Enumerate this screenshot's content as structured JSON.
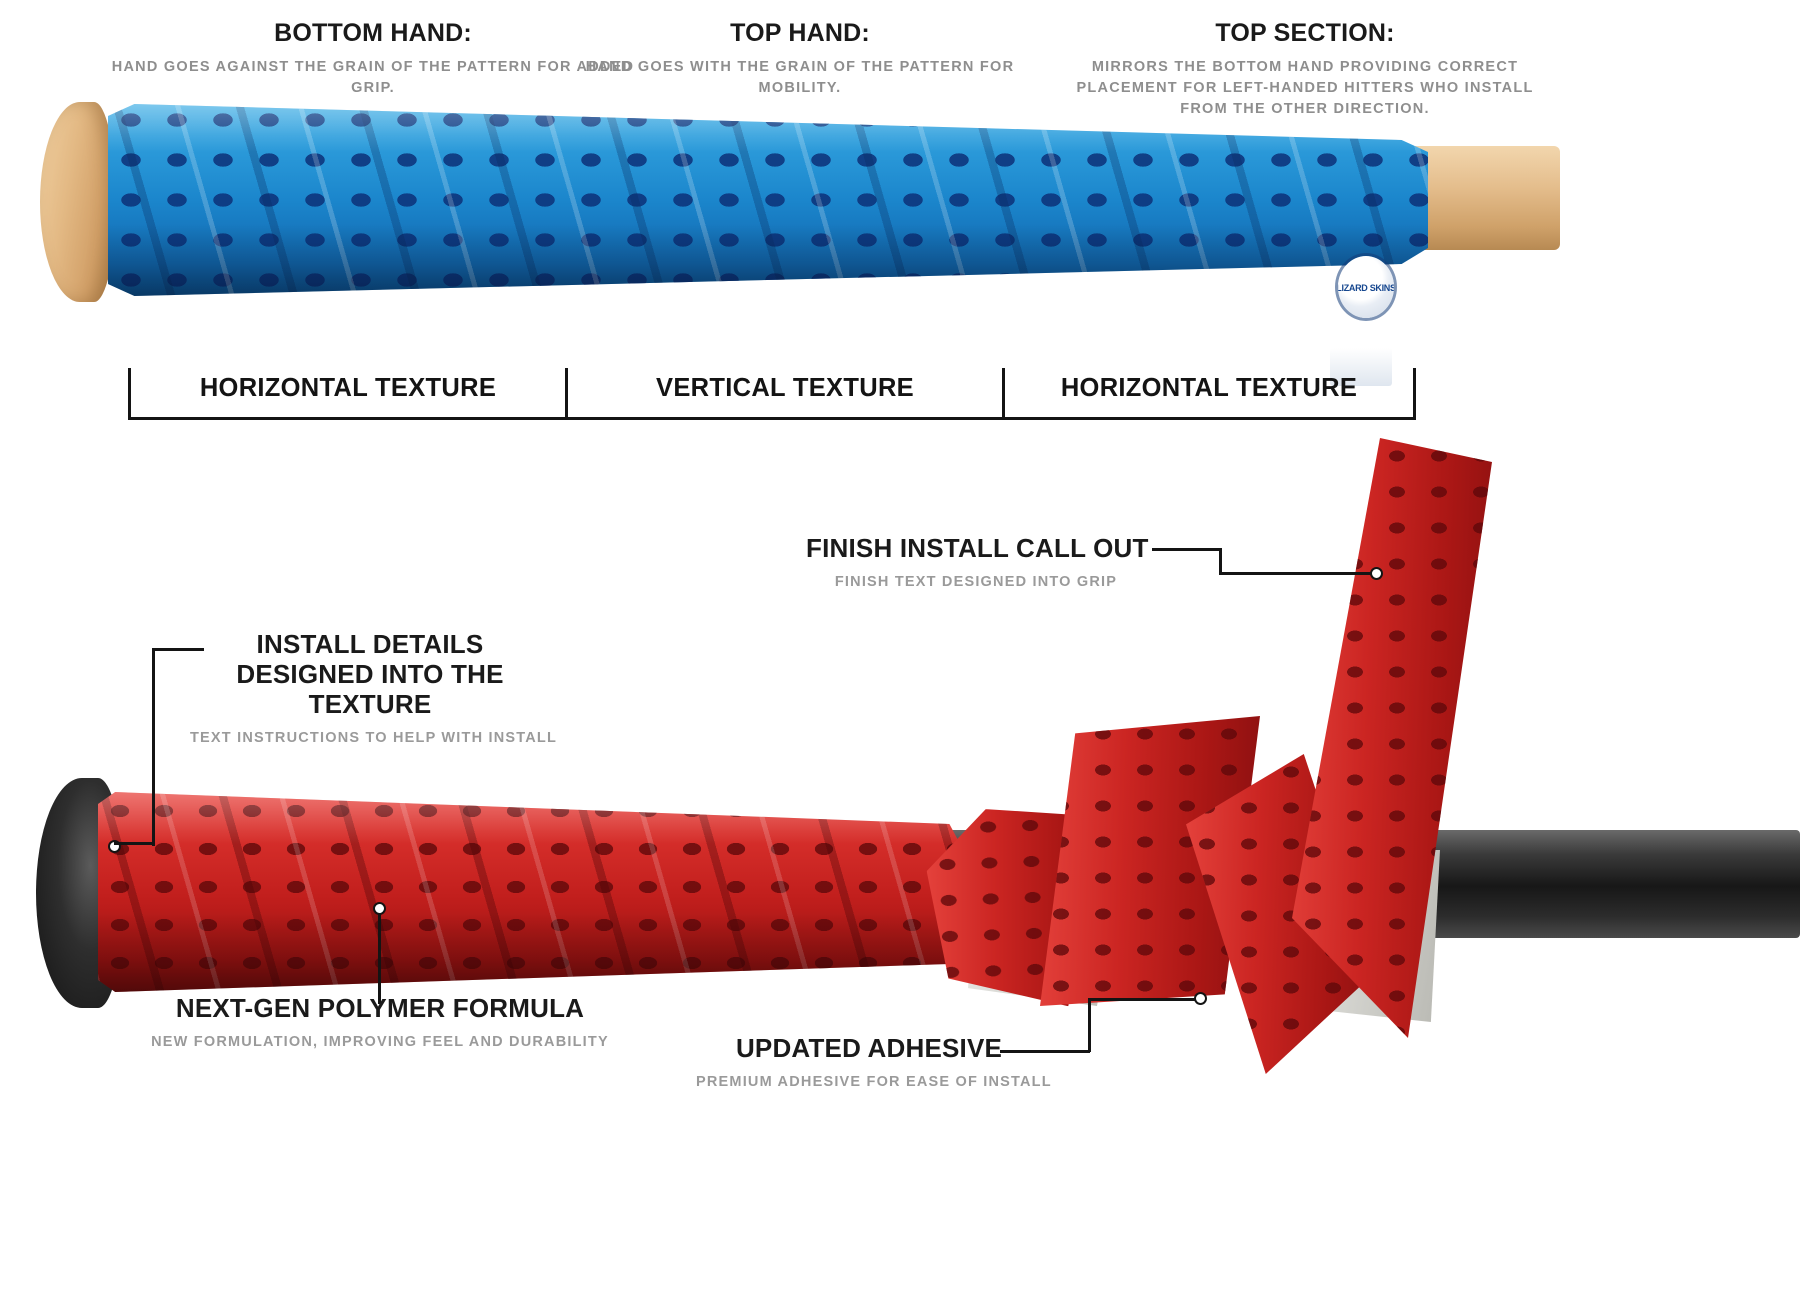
{
  "top_section": {
    "headers": [
      {
        "title": "BOTTOM HAND:",
        "subtitle": "HAND GOES AGAINST THE GRAIN OF THE PATTERN FOR ADDED GRIP."
      },
      {
        "title": "TOP HAND:",
        "subtitle": "HAND GOES WITH THE GRAIN OF THE PATTERN FOR MOBILITY."
      },
      {
        "title": "TOP SECTION:",
        "subtitle": "MIRRORS THE BOTTOM HAND PROVIDING CORRECT PLACEMENT FOR LEFT-HANDED HITTERS WHO INSTALL FROM THE OTHER DIRECTION."
      }
    ],
    "texture_segments": [
      {
        "label": "HORIZONTAL TEXTURE"
      },
      {
        "label": "VERTICAL TEXTURE"
      },
      {
        "label": "HORIZONTAL TEXTURE"
      }
    ],
    "grip_color": "#1b86cc",
    "brand_mark": "LIZARD SKINS"
  },
  "bottom_section": {
    "callouts": [
      {
        "title": "FINISH INSTALL CALL OUT",
        "subtitle": "FINISH TEXT DESIGNED INTO GRIP"
      },
      {
        "title": "INSTALL DETAILS DESIGNED INTO THE TEXTURE",
        "subtitle": "TEXT INSTRUCTIONS  TO HELP WITH INSTALL"
      },
      {
        "title": "NEXT-GEN POLYMER FORMULA",
        "subtitle": "NEW FORMULATION, IMPROVING FEEL AND DURABILITY"
      },
      {
        "title": "UPDATED ADHESIVE",
        "subtitle": "PREMIUM ADHESIVE FOR EASE OF INSTALL"
      }
    ],
    "grip_color": "#c21f1d",
    "adhesive_color": "#d3d3ce",
    "bat_color": "#171717"
  }
}
